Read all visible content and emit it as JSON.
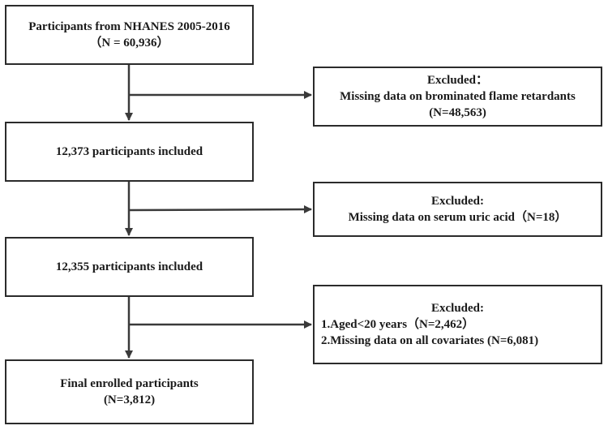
{
  "flow": {
    "start": {
      "line1": "Participants from NHANES 2005-2016",
      "line2": "（N = 60,936）"
    },
    "step2": {
      "line1": "12,373 participants included"
    },
    "step3": {
      "line1": "12,355 participants included"
    },
    "final": {
      "line1": "Final enrolled participants",
      "line2": "(N=3,812)"
    }
  },
  "exclusions": {
    "first": {
      "heading": "Excluded：",
      "reason": "Missing data on  brominated flame retardants",
      "count": "(N=48,563)"
    },
    "second": {
      "heading": "Excluded:",
      "reason": "Missing data on serum uric acid（N=18）"
    },
    "third": {
      "heading": "Excluded:",
      "item1": "1.Aged<20 years（N=2,462）",
      "item2": "2.Missing data on all covariates (N=6,081)"
    }
  },
  "colors": {
    "stroke": "#2b2b2b",
    "arrow": "#3a3a3a"
  }
}
